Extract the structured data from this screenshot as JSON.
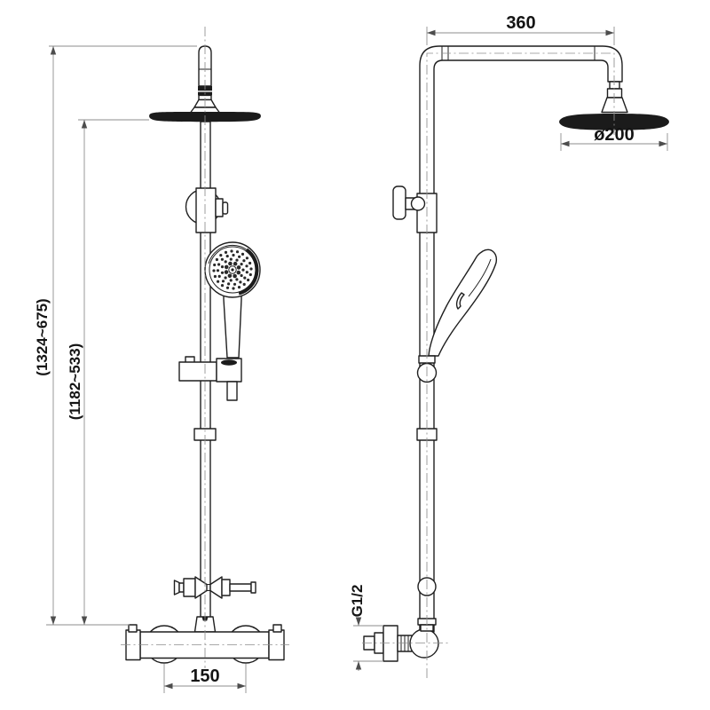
{
  "drawing": {
    "kind": "shower-system-installation-dimension-drawing",
    "colors": {
      "background": "#ffffff",
      "object_line": "#1f1f1f",
      "dimension_line": "#8d8d8d",
      "text": "#141414"
    },
    "front_view": {
      "overall_height_label": "(1324~675)",
      "head_height_label": "(1182~533)",
      "valve_spacing_label": "150"
    },
    "side_view": {
      "arm_length_label": "360",
      "head_diameter_label": "ø200",
      "thread_label": "G1/2"
    }
  }
}
